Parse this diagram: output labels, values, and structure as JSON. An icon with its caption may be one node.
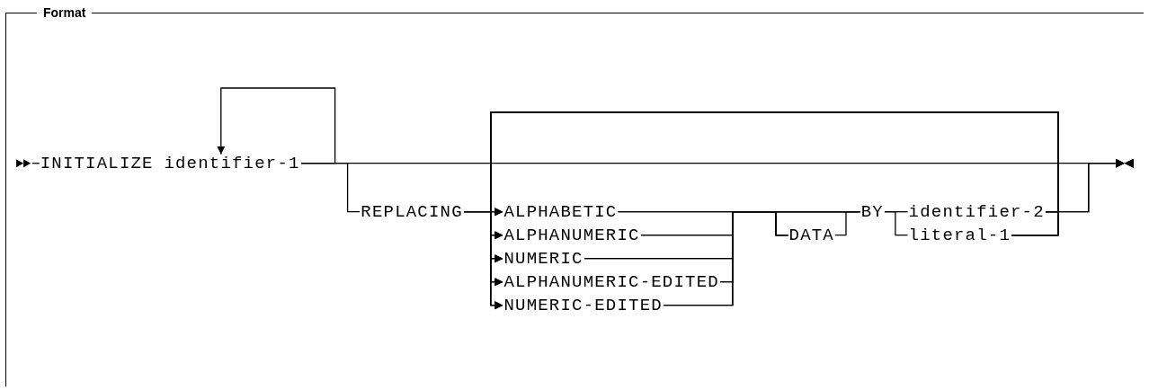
{
  "diagram": {
    "nodes": [
      {
        "text": [
          "Format"
        ]
      },
      {
        "text": [
          "INITIALIZE"
        ],
        "in": 0
      },
      {
        "text": [
          "identifier-1"
        ],
        "in": 0
      },
      {
        "text": [
          "REPLACING"
        ],
        "in": 0
      },
      {
        "text": [
          "ALPHABETIC"
        ],
        "in": 0
      },
      {
        "text": [
          "ALPHANUMERIC"
        ],
        "in": 0
      },
      {
        "text": [
          "NUMERIC"
        ],
        "in": 0
      },
      {
        "text": [
          "ALPHANUMERIC-EDITED"
        ],
        "in": 0
      },
      {
        "text": [
          "NUMERIC-EDITED"
        ],
        "in": 0
      },
      {
        "text": [
          "DATA"
        ],
        "in": 0
      },
      {
        "text": [
          "BY"
        ],
        "in": 0
      },
      {
        "text": [
          "identifier-2"
        ],
        "in": 0
      },
      {
        "text": [
          "literal-1"
        ],
        "in": 0
      }
    ],
    "edges": [
      {
        "from": null,
        "to": 1,
        "arrow": "other"
      },
      {
        "from": 2,
        "to": 2,
        "arrow": "to"
      },
      {
        "from": 2,
        "to": null,
        "arrow": "to"
      },
      {
        "from": 2,
        "to": 3,
        "arrow": "none"
      },
      {
        "from": 3,
        "to": 4,
        "arrow": "none"
      },
      {
        "from": 3,
        "to": 5,
        "arrow": "none"
      },
      {
        "from": 3,
        "to": 6,
        "arrow": "none"
      },
      {
        "from": 3,
        "to": 7,
        "arrow": "none"
      },
      {
        "from": 3,
        "to": 8,
        "arrow": "none"
      },
      {
        "from": 4,
        "to": 9,
        "arrow": "none"
      },
      {
        "from": 5,
        "to": 9,
        "arrow": "none"
      },
      {
        "from": 6,
        "to": 9,
        "arrow": "none"
      },
      {
        "from": 7,
        "to": 9,
        "arrow": "none"
      },
      {
        "from": 8,
        "to": 9,
        "arrow": "none"
      },
      {
        "from": 4,
        "to": 10,
        "arrow": "none"
      },
      {
        "from": 5,
        "to": 10,
        "arrow": "none"
      },
      {
        "from": 6,
        "to": 10,
        "arrow": "none"
      },
      {
        "from": 7,
        "to": 10,
        "arrow": "none"
      },
      {
        "from": 8,
        "to": 10,
        "arrow": "none"
      },
      {
        "from": 9,
        "to": 10,
        "arrow": "none"
      },
      {
        "from": 10,
        "to": 11,
        "arrow": "none"
      },
      {
        "from": 10,
        "to": 12,
        "arrow": "none"
      },
      {
        "from": 11,
        "to": null,
        "arrow": "to"
      },
      {
        "from": 12,
        "to": null,
        "arrow": "to"
      },
      {
        "from": 11,
        "to": 4,
        "arrow": "to"
      },
      {
        "from": 11,
        "to": 5,
        "arrow": "to"
      },
      {
        "from": 11,
        "to": 6,
        "arrow": "to"
      },
      {
        "from": 11,
        "to": 7,
        "arrow": "to"
      },
      {
        "from": 11,
        "to": 8,
        "arrow": "to"
      },
      {
        "from": 12,
        "to": 4,
        "arrow": "to"
      },
      {
        "from": 12,
        "to": 5,
        "arrow": "to"
      },
      {
        "from": 12,
        "to": 6,
        "arrow": "to"
      },
      {
        "from": 12,
        "to": 7,
        "arrow": "to"
      },
      {
        "from": 12,
        "to": 8,
        "arrow": "to"
      }
    ]
  }
}
